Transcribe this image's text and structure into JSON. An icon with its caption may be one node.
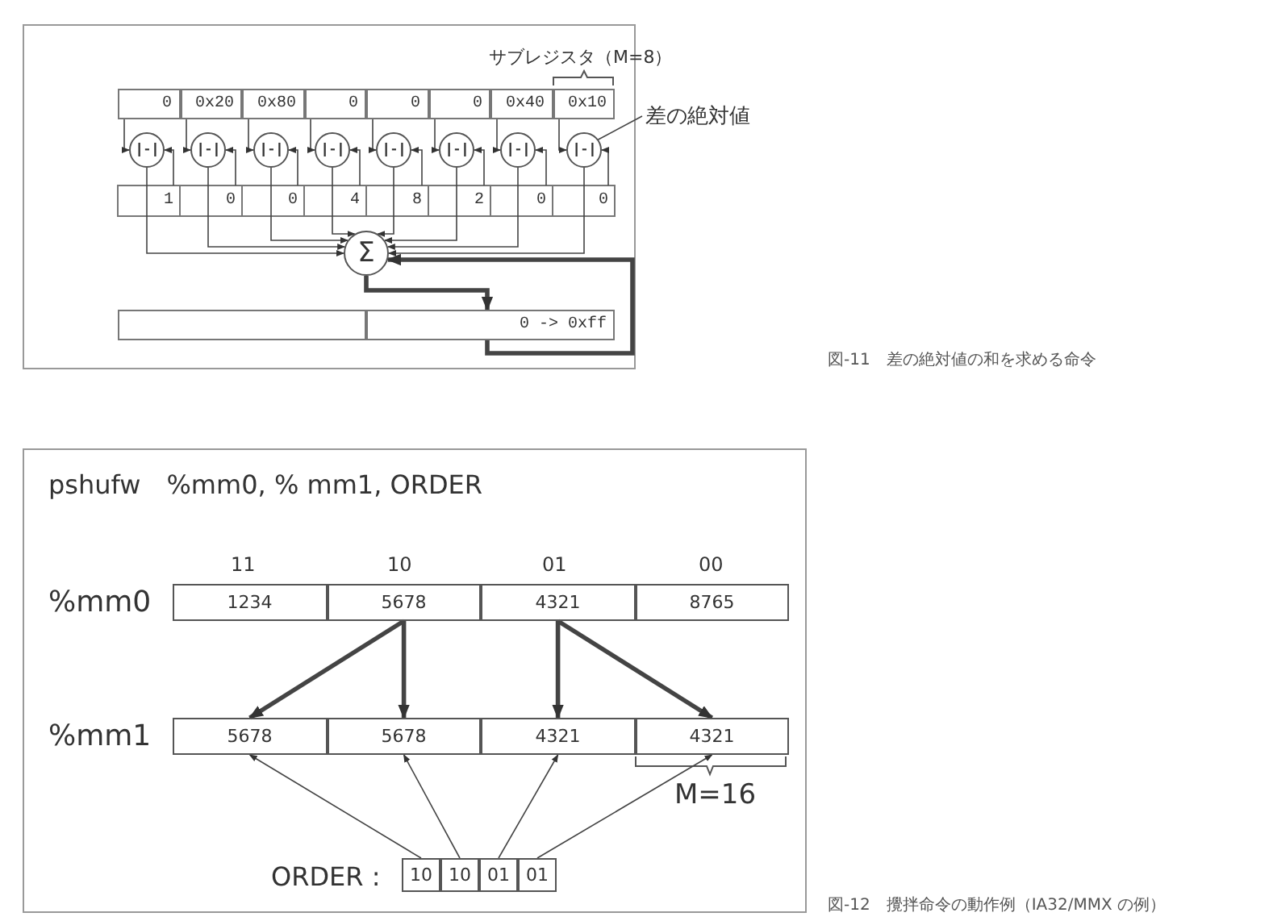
{
  "diagram": {
    "nodes": [
      {
        "text": [
          "0"
        ]
      },
      {
        "text": [
          "0x20"
        ]
      },
      {
        "text": [
          "0x80"
        ]
      },
      {
        "text": [
          "0"
        ]
      },
      {
        "text": [
          "0"
        ]
      },
      {
        "text": [
          "0"
        ]
      },
      {
        "text": [
          "0x40"
        ]
      },
      {
        "text": [
          "0x10"
        ]
      },
      {
        "text": [
          "|-|"
        ]
      },
      {
        "text": [
          "|-|"
        ]
      },
      {
        "text": [
          "|-|"
        ]
      },
      {
        "text": [
          "|-|"
        ]
      },
      {
        "text": [
          "|-|"
        ]
      },
      {
        "text": [
          "|-|"
        ]
      },
      {
        "text": [
          "|-|"
        ]
      },
      {
        "text": [
          "|-|"
        ]
      },
      {
        "text": [
          "1"
        ]
      },
      {
        "text": [
          "0"
        ]
      },
      {
        "text": [
          "0"
        ]
      },
      {
        "text": [
          "4"
        ]
      },
      {
        "text": [
          "8"
        ]
      },
      {
        "text": [
          "2"
        ]
      },
      {
        "text": [
          "0"
        ]
      },
      {
        "text": [
          "0"
        ]
      },
      {
        "text": [
          "Σ"
        ]
      },
      {
        "text": [],
        "shape": "box"
      },
      {
        "text": [
          "0 -> 0xff"
        ]
      },
      {
        "text": [
          "差の絶対値"
        ]
      },
      {
        "text": [
          "1234"
        ]
      },
      {
        "text": [
          "5678"
        ]
      },
      {
        "text": [
          "4321"
        ]
      },
      {
        "text": [
          "8765"
        ]
      },
      {
        "text": [
          "5678"
        ]
      },
      {
        "text": [
          "5678"
        ]
      },
      {
        "text": [
          "4321"
        ]
      },
      {
        "text": [
          "4321"
        ]
      },
      {
        "text": [
          "10"
        ]
      },
      {
        "text": [
          "10"
        ]
      },
      {
        "text": [
          "01"
        ]
      },
      {
        "text": [
          "01"
        ]
      }
    ],
    "edges": [
      {
        "from": 0,
        "to": 8,
        "arrow": "to"
      },
      {
        "from": 1,
        "to": 9,
        "arrow": "to"
      },
      {
        "from": 2,
        "to": 10,
        "arrow": "to"
      },
      {
        "from": 3,
        "to": 11,
        "arrow": "to"
      },
      {
        "from": 4,
        "to": 12,
        "arrow": "to"
      },
      {
        "from": 5,
        "to": 13,
        "arrow": "to"
      },
      {
        "from": 6,
        "to": 14,
        "arrow": "to"
      },
      {
        "from": 7,
        "to": 15,
        "arrow": "to"
      },
      {
        "from": 16,
        "to": 8,
        "arrow": "to"
      },
      {
        "from": 17,
        "to": 9,
        "arrow": "to"
      },
      {
        "from": 18,
        "to": 10,
        "arrow": "to"
      },
      {
        "from": 19,
        "to": 11,
        "arrow": "to"
      },
      {
        "from": 20,
        "to": 12,
        "arrow": "to"
      },
      {
        "from": 21,
        "to": 13,
        "arrow": "to"
      },
      {
        "from": 22,
        "to": 14,
        "arrow": "to"
      },
      {
        "from": 23,
        "to": 15,
        "arrow": "to"
      },
      {
        "from": 8,
        "to": 24,
        "arrow": "to"
      },
      {
        "from": 9,
        "to": 24,
        "arrow": "to"
      },
      {
        "from": 10,
        "to": 24,
        "arrow": "to"
      },
      {
        "from": 11,
        "to": 24,
        "arrow": "to"
      },
      {
        "from": 12,
        "to": 24,
        "arrow": "to"
      },
      {
        "from": 13,
        "to": 24,
        "arrow": "to"
      },
      {
        "from": 14,
        "to": 24,
        "arrow": "to"
      },
      {
        "from": 15,
        "to": 24,
        "arrow": "to"
      },
      {
        "from": 24,
        "to": 26,
        "arrow": "to",
        "style": "thick"
      },
      {
        "from": 26,
        "to": 24,
        "arrow": "to",
        "style": "thick"
      },
      {
        "from": 27,
        "to": 15,
        "arrow": "none"
      },
      {
        "from": 29,
        "to": 32,
        "arrow": "to",
        "style": "thick"
      },
      {
        "from": 29,
        "to": 33,
        "arrow": "to",
        "style": "thick"
      },
      {
        "from": 30,
        "to": 34,
        "arrow": "to",
        "style": "thick"
      },
      {
        "from": 30,
        "to": 35,
        "arrow": "to",
        "style": "thick"
      },
      {
        "from": 36,
        "to": 32,
        "arrow": "to"
      },
      {
        "from": 37,
        "to": 33,
        "arrow": "to"
      },
      {
        "from": 38,
        "to": 34,
        "arrow": "to"
      },
      {
        "from": 39,
        "to": 35,
        "arrow": "to"
      }
    ],
    "labels": [
      "サブレジスタ（M=8）",
      "図-11　差の絶対値の和を求める命令",
      "pshufw　%mm0, % mm1, ORDER",
      "11",
      "10",
      "01",
      "00",
      "%mm0",
      "%mm1",
      "M=16",
      "ORDER :",
      "図-12　攪拌命令の動作例（IA32/MMX の例）"
    ]
  }
}
